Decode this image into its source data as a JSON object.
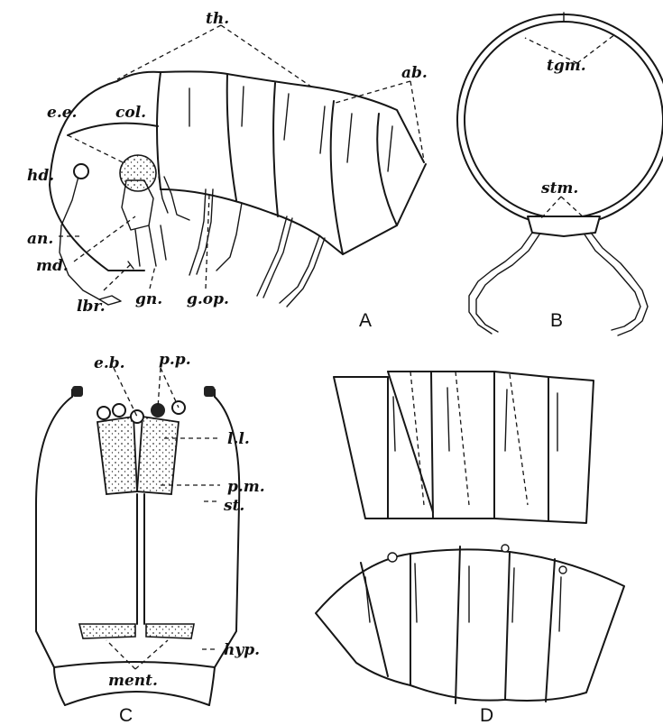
{
  "figure": {
    "panels": [
      {
        "id": "A",
        "label": "A"
      },
      {
        "id": "B",
        "label": "B"
      },
      {
        "id": "C",
        "label": "C"
      },
      {
        "id": "D",
        "label": "D"
      }
    ],
    "labels": {
      "th": "th.",
      "ab": "ab.",
      "ee": "e.e.",
      "col": "col.",
      "hd": "hd.",
      "an": "an.",
      "md": "md.",
      "lbr": "lbr.",
      "gn": "gn.",
      "gop": "g.op.",
      "tgm": "tgm.",
      "stm": "stm.",
      "eb": "e.b.",
      "pp": "p.p.",
      "ll": "l.l.",
      "pm": "p.m.",
      "st": "st.",
      "hyp": "hyp.",
      "ment": "ment."
    },
    "colors": {
      "ink": "#161616",
      "paper": "#ffffff"
    }
  }
}
